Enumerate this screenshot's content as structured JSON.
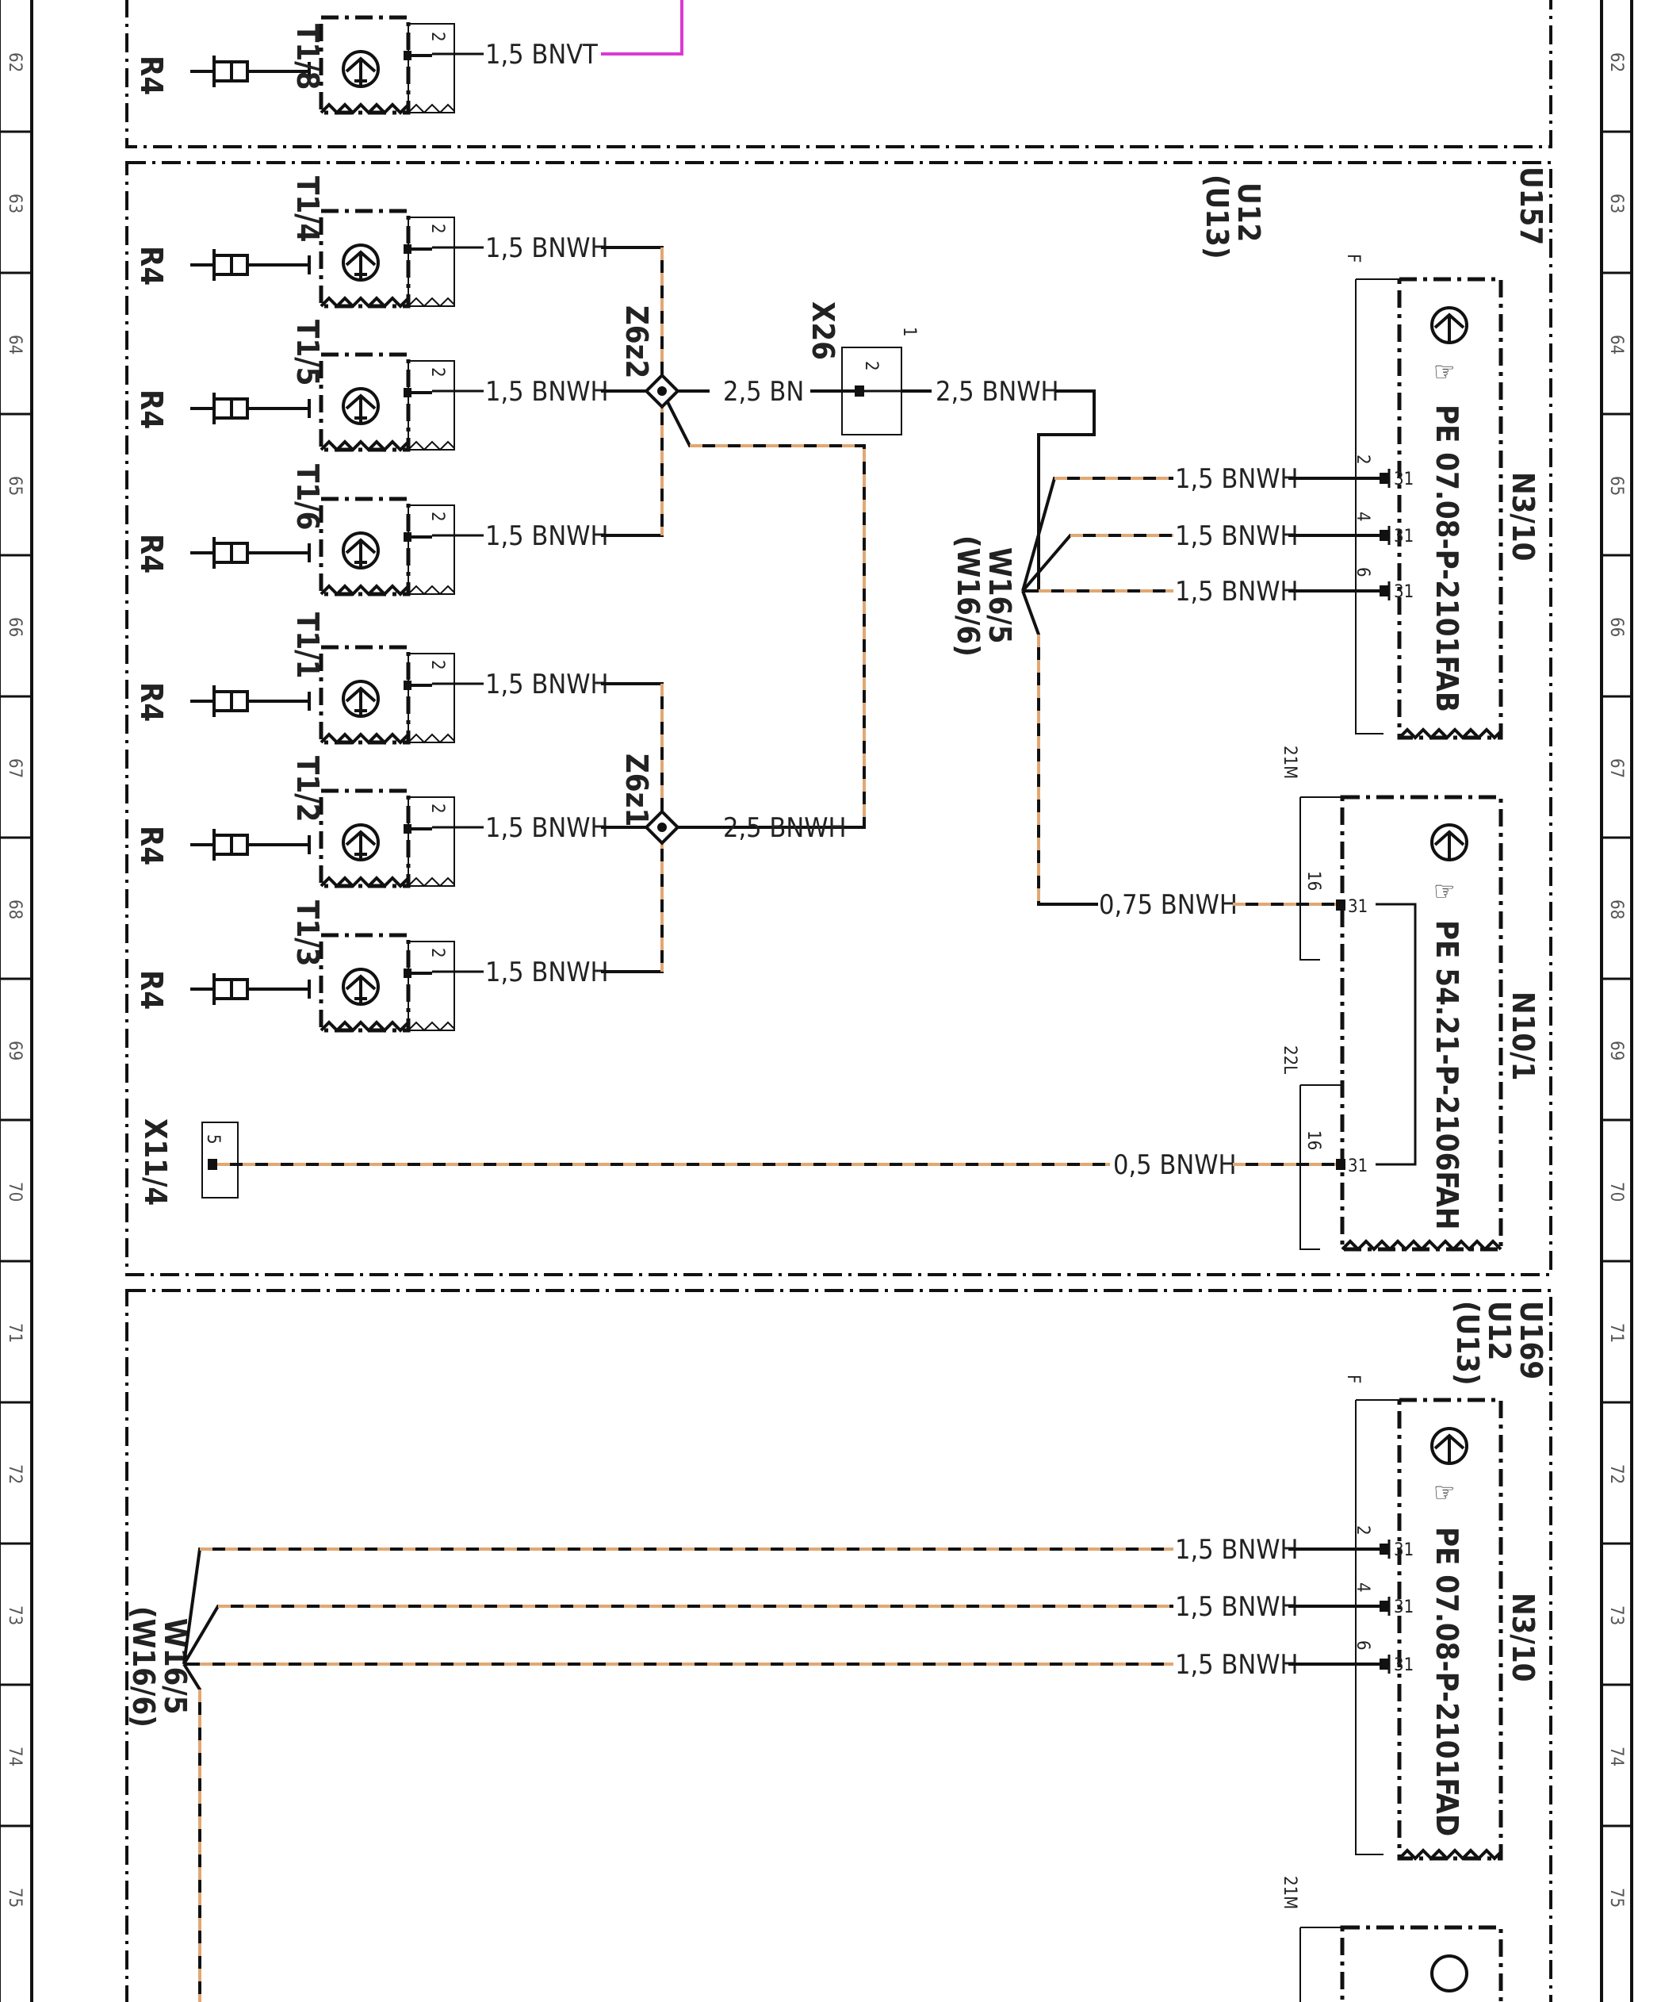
{
  "ruler_rows": [
    "62",
    "63",
    "64",
    "65",
    "66",
    "67",
    "68",
    "69",
    "70",
    "71",
    "72",
    "73",
    "74",
    "75"
  ],
  "colors": {
    "wire_brown": "#e0a874",
    "wire_violet": "#d93bd1",
    "line": "#111111"
  },
  "section_top": {
    "sensor_label": "T1/8",
    "ground_label": "R4",
    "pin": "2",
    "wire": "1,5 BNVT"
  },
  "section_mid": {
    "group_labels": {
      "u157": "U157",
      "u12": "U12",
      "u13": "(U13)"
    },
    "sensors": [
      {
        "label": "T1/4",
        "ground": "R4",
        "pin": "2",
        "wire": "1,5 BNWH"
      },
      {
        "label": "T1/5",
        "ground": "R4",
        "pin": "2",
        "wire": "1,5 BNWH"
      },
      {
        "label": "T1/6",
        "ground": "R4",
        "pin": "2",
        "wire": "1,5 BNWH"
      },
      {
        "label": "T1/1",
        "ground": "R4",
        "pin": "2",
        "wire": "1,5 BNWH"
      },
      {
        "label": "T1/2",
        "ground": "R4",
        "pin": "2",
        "wire": "1,5 BNWH"
      },
      {
        "label": "T1/3",
        "ground": "R4",
        "pin": "2",
        "wire": "1,5 BNWH"
      }
    ],
    "splice_upper": "Z6z2",
    "splice_lower": "Z6z1",
    "wire_splice_out": "2,5 BN",
    "wire_splice_lower_out": "2,5 BNWH",
    "connector_x26": {
      "label": "X26",
      "pin_in": "2",
      "pin_top": "1"
    },
    "wire_x26_out": "2,5 BNWH",
    "ground_point": {
      "label": "W16/5",
      "alt": "(W16/6)"
    },
    "n3_10": {
      "label": "N3/10",
      "ref": "PE 07.08-P-2101FAB",
      "tag": "F",
      "pins": [
        {
          "pin": "2",
          "term": "31",
          "wire": "1,5 BNWH"
        },
        {
          "pin": "4",
          "term": "31",
          "wire": "1,5 BNWH"
        },
        {
          "pin": "6",
          "term": "31",
          "wire": "1,5 BNWH"
        }
      ]
    },
    "n10_1": {
      "label": "N10/1",
      "ref": "PE 54.21-P-2106FAH",
      "conn_a": "21M",
      "conn_b": "22L",
      "pin_a": "16",
      "term_a": "31",
      "wire_a": "0,75 BNWH",
      "pin_b": "16",
      "term_b": "31",
      "wire_b": "0,5 BNWH"
    },
    "x11_4": {
      "label": "X11/4",
      "pin": "5"
    }
  },
  "section_bottom": {
    "group_labels": {
      "u169": "U169",
      "u12": "U12",
      "u13": "(U13)"
    },
    "ground_point": {
      "label": "W16/5",
      "alt": "(W16/6)"
    },
    "n3_10": {
      "label": "N3/10",
      "ref": "PE 07.08-P-2101FAD",
      "tag": "F",
      "pins": [
        {
          "pin": "2",
          "term": "31",
          "wire": "1,5 BNWH"
        },
        {
          "pin": "4",
          "term": "31",
          "wire": "1,5 BNWH"
        },
        {
          "pin": "6",
          "term": "31",
          "wire": "1,5 BNWH"
        }
      ]
    },
    "next_conn": "21M"
  }
}
